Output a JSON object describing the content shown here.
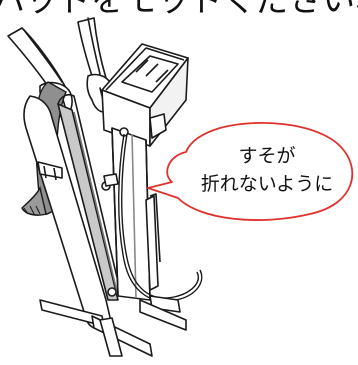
{
  "heading_partial": "ハッドをモッドくださいね",
  "callout": {
    "line1": "すそが",
    "line2": "折れないように"
  },
  "colors": {
    "bubble_stroke": "#e0322d",
    "line": "#1a1a1a",
    "shade": "#9a9a9a",
    "light_shade": "#d8d8d8"
  }
}
